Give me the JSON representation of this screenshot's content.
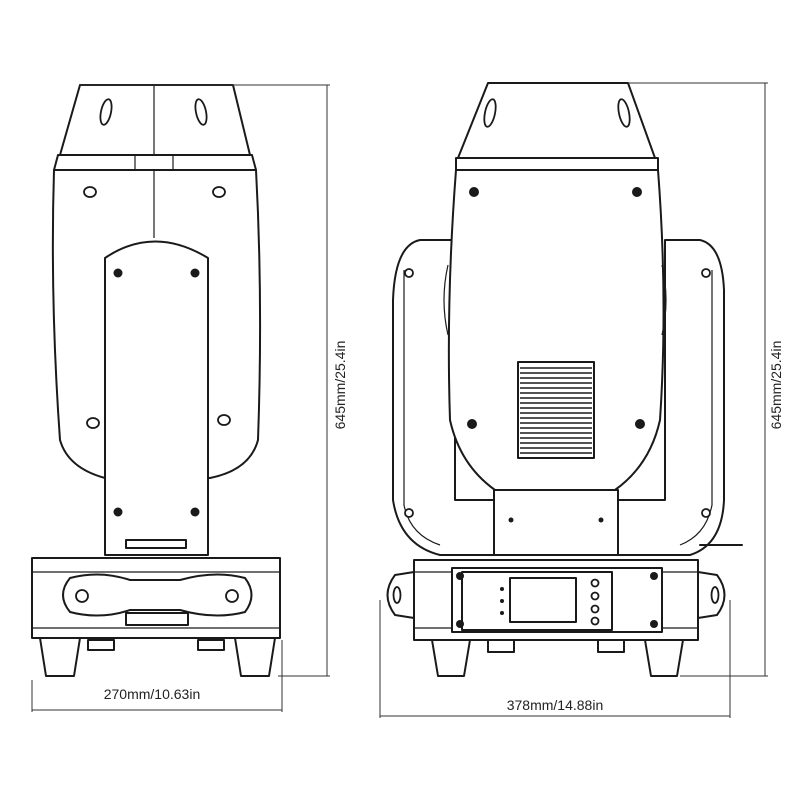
{
  "dimensions": {
    "front_height": "645mm/25.4in",
    "front_width": "270mm/10.63in",
    "side_height": "645mm/25.4in",
    "side_width": "378mm/14.88in"
  },
  "colors": {
    "line": "#1a1a1a",
    "background": "#ffffff"
  }
}
